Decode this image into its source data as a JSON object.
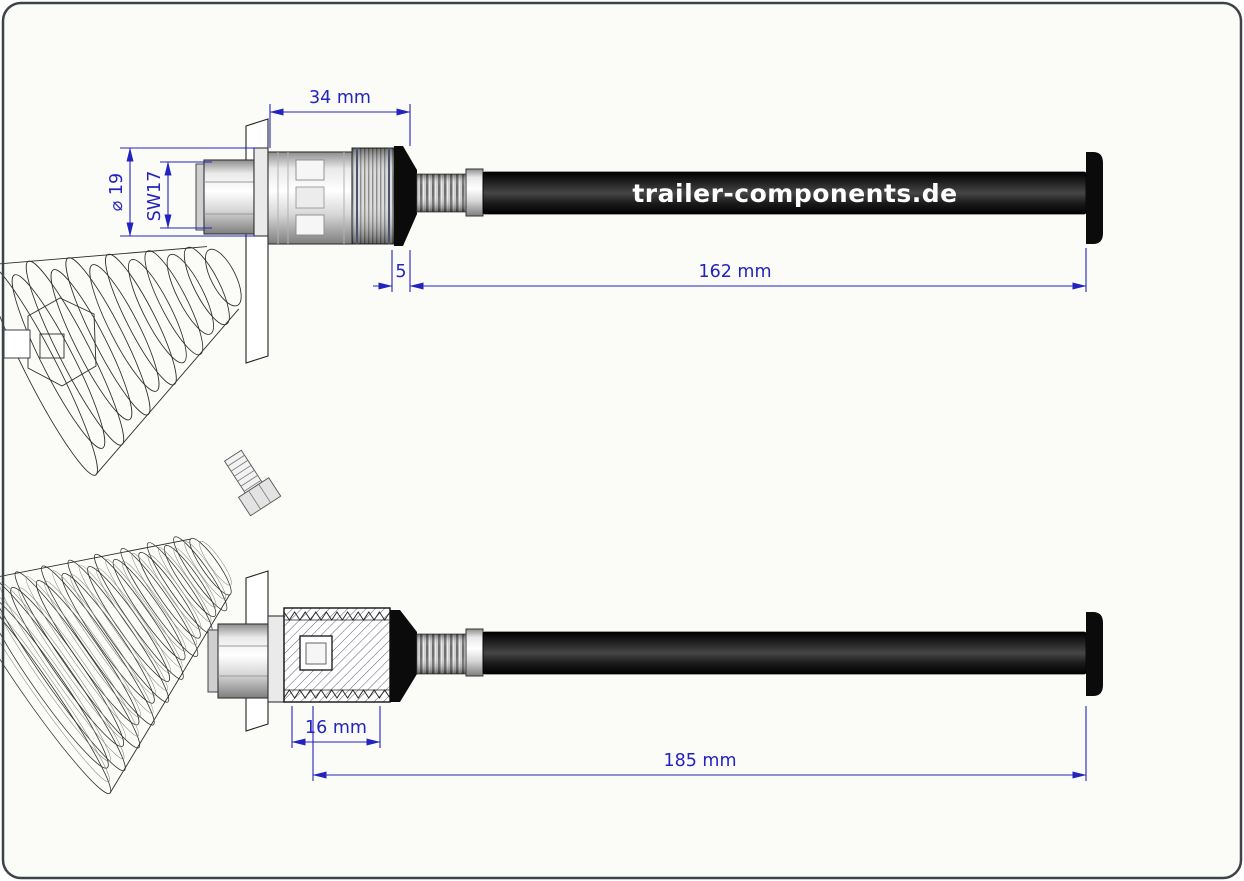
{
  "colors": {
    "dimension": "#2323c0",
    "rod_fill": "#0b0b0b",
    "rod_text": "#ffffff",
    "background": "#fbfbf8",
    "frame_border": "#3e4347"
  },
  "top_view": {
    "brand": "trailer-components.de",
    "dims": {
      "width_34": "34 mm",
      "diameter": "⌀ 19",
      "wrench": "SW17",
      "offset_5": "5",
      "length_162": "162 mm"
    }
  },
  "bottom_view": {
    "dims": {
      "thread_16": "16 mm",
      "length_185": "185 mm"
    }
  }
}
